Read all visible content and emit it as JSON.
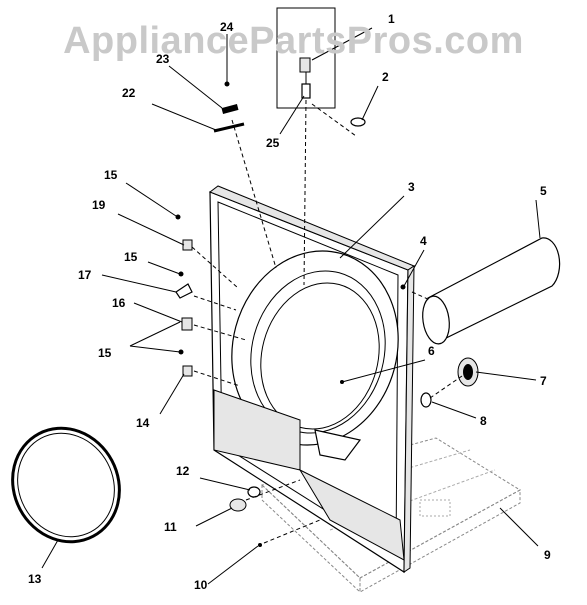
{
  "watermark": "AppliancePartsPros.com",
  "callouts": [
    {
      "id": "1",
      "label": "1"
    },
    {
      "id": "2",
      "label": "2"
    },
    {
      "id": "3",
      "label": "3"
    },
    {
      "id": "4",
      "label": "4"
    },
    {
      "id": "5",
      "label": "5"
    },
    {
      "id": "6",
      "label": "6"
    },
    {
      "id": "7",
      "label": "7"
    },
    {
      "id": "8",
      "label": "8"
    },
    {
      "id": "9",
      "label": "9"
    },
    {
      "id": "10",
      "label": "10"
    },
    {
      "id": "11",
      "label": "11"
    },
    {
      "id": "12",
      "label": "12"
    },
    {
      "id": "13",
      "label": "13"
    },
    {
      "id": "14",
      "label": "14"
    },
    {
      "id": "15a",
      "label": "15"
    },
    {
      "id": "15b",
      "label": "15"
    },
    {
      "id": "15c",
      "label": "15"
    },
    {
      "id": "16",
      "label": "16"
    },
    {
      "id": "17",
      "label": "17"
    },
    {
      "id": "19",
      "label": "19"
    },
    {
      "id": "22",
      "label": "22"
    },
    {
      "id": "23",
      "label": "23"
    },
    {
      "id": "24",
      "label": "24"
    },
    {
      "id": "25",
      "label": "25"
    }
  ]
}
